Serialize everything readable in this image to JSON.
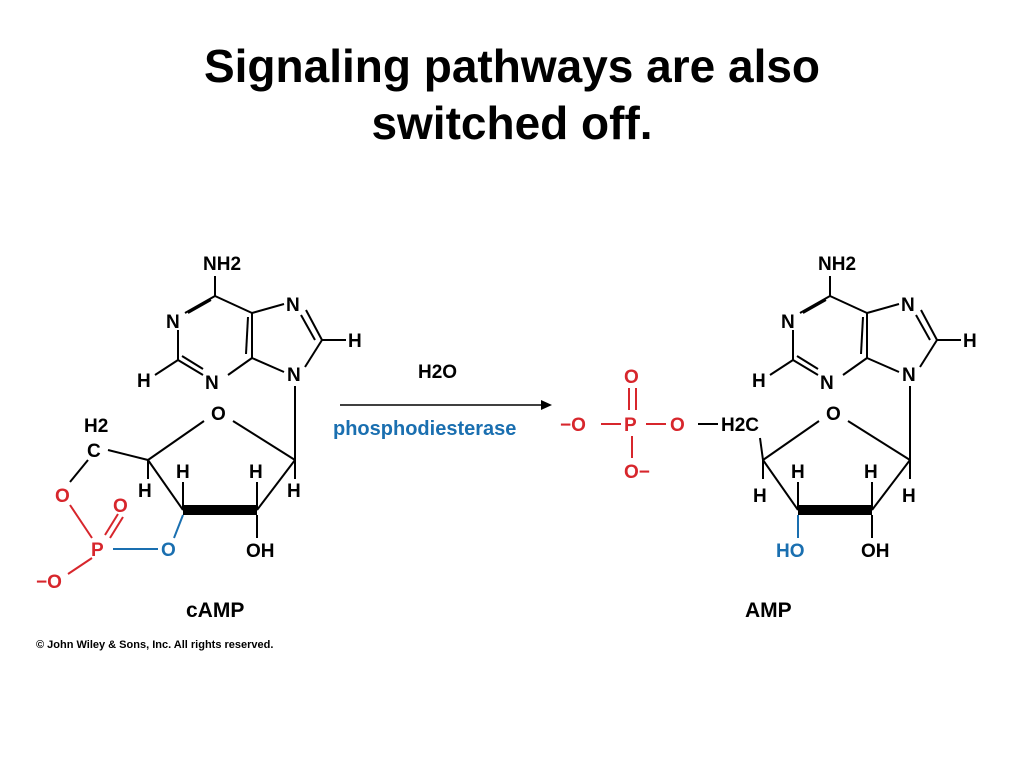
{
  "title": {
    "line1": "Signaling pathways are also",
    "line2": "switched off."
  },
  "colors": {
    "phosphate_red": "#d7262c",
    "oxygen_blue": "#1a6fb0",
    "enzyme_blue": "#1a6fb0",
    "black": "#000000"
  },
  "reaction": {
    "reagent": "H2O",
    "enzyme": "phosphodiesterase"
  },
  "camp": {
    "name": "cAMP",
    "amine": "NH2",
    "ring_n": "N",
    "ring_h": "H",
    "ring_o": "O",
    "ch2": "H2",
    "carbon": "C",
    "phosphorus": "P",
    "hydroxyl": "OH",
    "o_minus": "−O"
  },
  "amp": {
    "name": "AMP",
    "amine": "NH2",
    "ring_n": "N",
    "ring_h": "H",
    "ring_o": "O",
    "h2c": "H2C",
    "phosphorus": "P",
    "hydroxyl": "OH",
    "ho": "HO",
    "o_minus_left": "−O",
    "o_minus_bottom": "O−"
  },
  "footer": {
    "copyright": "© John Wiley & Sons, Inc. All rights reserved."
  }
}
